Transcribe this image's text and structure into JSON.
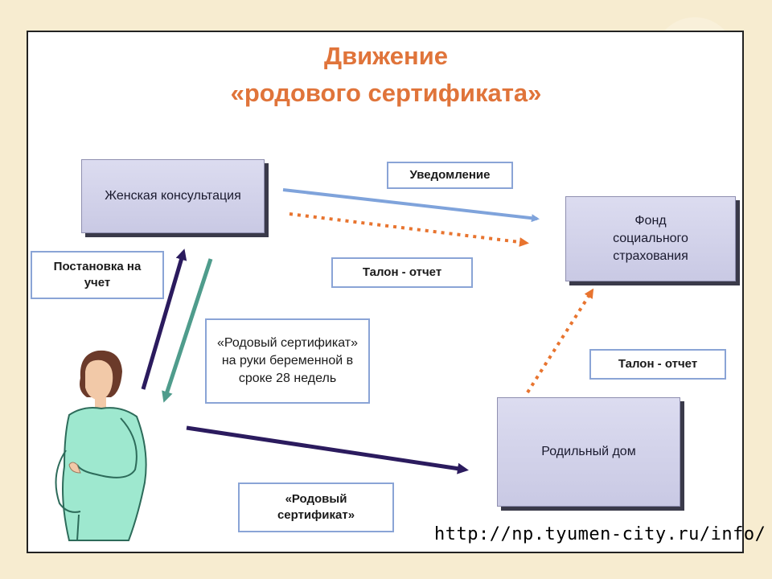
{
  "title": {
    "line1": "Движение",
    "line2": "«родового сертификата»"
  },
  "nodes": {
    "womens_clinic": "Женская консультация",
    "social_fund": "Фонд социального страхования",
    "maternity_hospital": "Родильный дом"
  },
  "labels": {
    "notification": "Уведомление",
    "coupon_report_top": "Талон - отчет",
    "registration": "Постановка на учет",
    "certificate_given": "«Родовый сертификат» на руки беременной в сроке 28 недель",
    "coupon_report_right": "Талон - отчет",
    "certificate": "«Родовый сертификат»"
  },
  "source_url": "http://np.tyumen-city.ru/info/",
  "colors": {
    "title": "#e0743a",
    "notification_arrow": "#7fa3db",
    "coupon_arrow": "#e8742f",
    "registration_arrow": "#2b1b5e",
    "certificate_arrow": "#4f9c8c",
    "hospital_arrow": "#2b1b5e"
  },
  "icons": {
    "pregnant_woman": "pregnant-woman-illustration"
  }
}
